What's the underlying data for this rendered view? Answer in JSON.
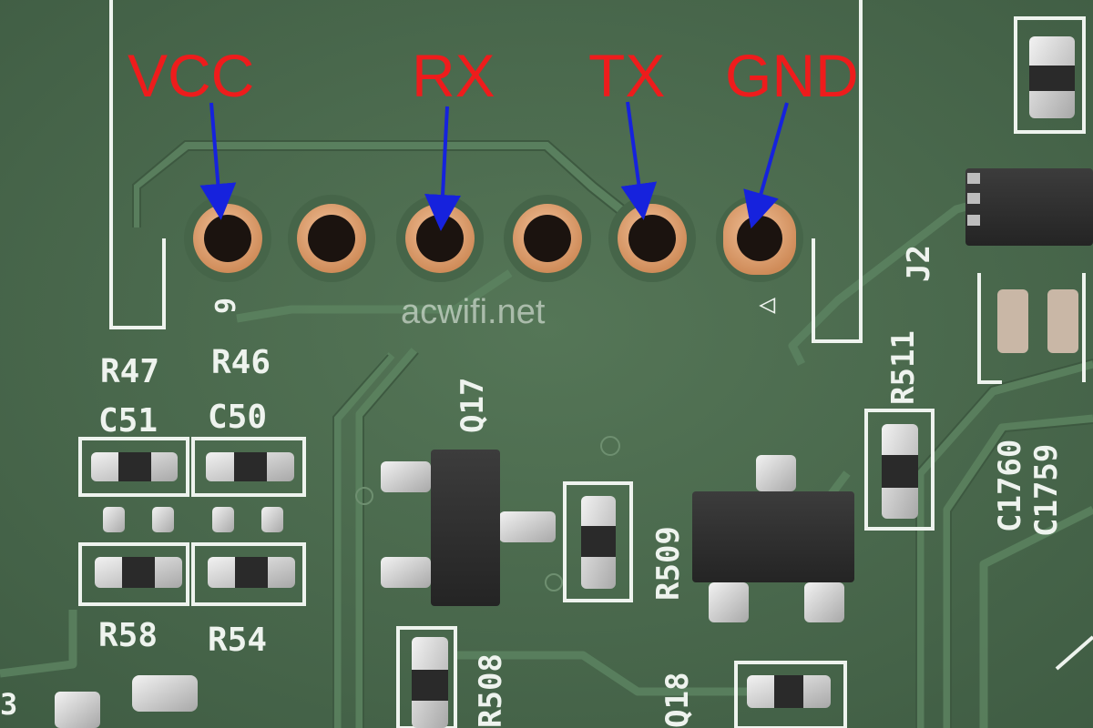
{
  "labels": {
    "vcc": "VCC",
    "rx": "RX",
    "tx": "TX",
    "gnd": "GND"
  },
  "watermark": "acwifi.net",
  "silkscreen": {
    "pin_left": "9",
    "pin_right": "△",
    "r47": "R47",
    "r46": "R46",
    "c51": "C51",
    "c50": "C50",
    "r58": "R58",
    "r54": "R54",
    "q17": "Q17",
    "r509": "R509",
    "r508": "R508",
    "q18": "Q18",
    "r511": "R511",
    "j2": "J2",
    "c1760": "C1760",
    "c1759": "C1759",
    "edge_left": "3"
  },
  "colors": {
    "board": "#4b6a4f",
    "trace": "#5c7f5e",
    "silkscreen": "#eef3ee",
    "label": "#ee1c1c",
    "arrow": "#1622dd",
    "copper_ring": "#e0a06c"
  }
}
